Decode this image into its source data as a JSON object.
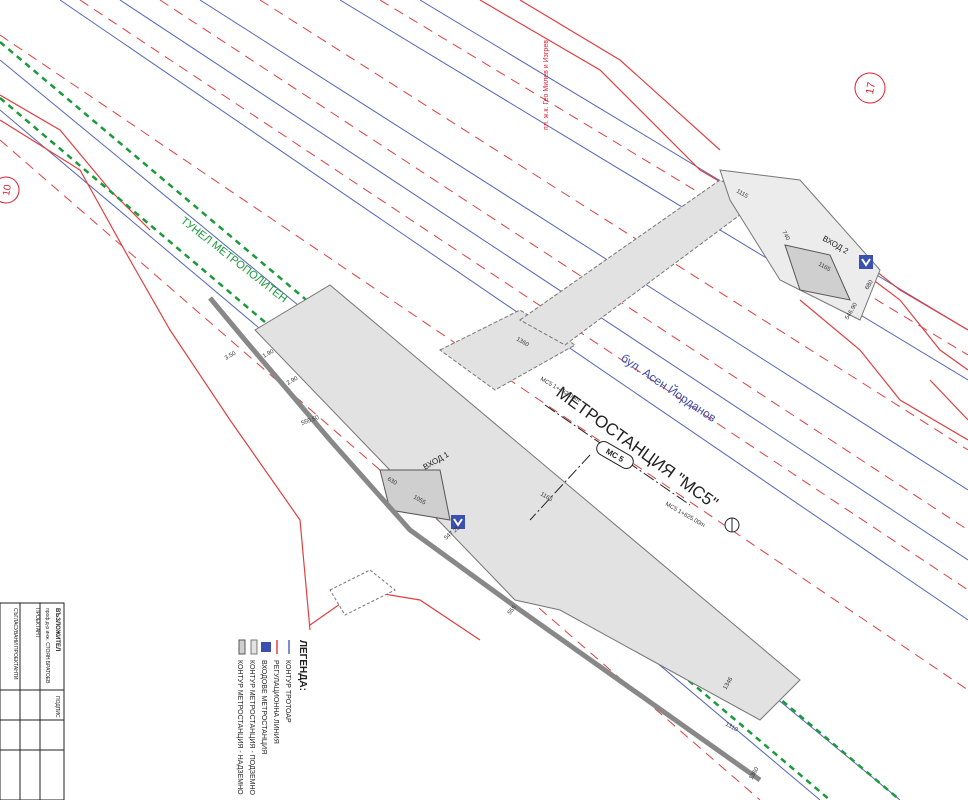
{
  "station": {
    "title": "МЕТРОСТАНЦИЯ \"МС5\"",
    "badge": "МС 5",
    "entrance_1": "ВХОД 1",
    "entrance_2": "ВХОД 2"
  },
  "streets": {
    "boulevard": "бул. Асен Йорданов",
    "tunnel": "ТУНЕЛ МЕТРОПОЛИТЕН",
    "side_note": "пл. ж.к. Гео Милев и Изгрев"
  },
  "stations_around": {
    "left_tag": "10",
    "right_tag": "17"
  },
  "dimensions": [
    "1115",
    "740",
    "1165",
    "680",
    "546.90",
    "1360",
    "1165",
    "555.50",
    "630",
    "1055",
    "547.25",
    "555",
    "1346",
    "1310",
    "1360",
    "3.50",
    "2.90",
    "1.90"
  ],
  "chainage": {
    "upper": "МС5 1+492.00m",
    "lower": "МС5 1+625.00m"
  },
  "legend": {
    "title": "ЛЕГЕНДА:",
    "items": [
      "КОНТУР ТРОТОАР",
      "РЕГУЛАЦИОННА ЛИНИЯ",
      "ВХОДОВЕ МЕТРОСТАНЦИЯ",
      "КОНТУР МЕТРОСТАНЦИЯ - ПОДЗЕМНО",
      "КОНТУР МЕТРОСТАНЦИЯ - НАДЗЕМНО"
    ]
  },
  "titleblock": {
    "header": "ВЪЗЛОЖИТЕЛ",
    "line1": "проф.д-р инж. СТОЯН БРАТОЕВ",
    "line2": "ПРОЕКТАНТ",
    "line3": "СЪГЛАСУВАНИ ПРОЕКТАНТИ",
    "sign": "ПОДПИС"
  },
  "colors": {
    "red_line": "#e04040",
    "blue_line": "#5567b8",
    "green_tunnel": "#1a9a3a",
    "station_fill": "#e2e2e2"
  }
}
